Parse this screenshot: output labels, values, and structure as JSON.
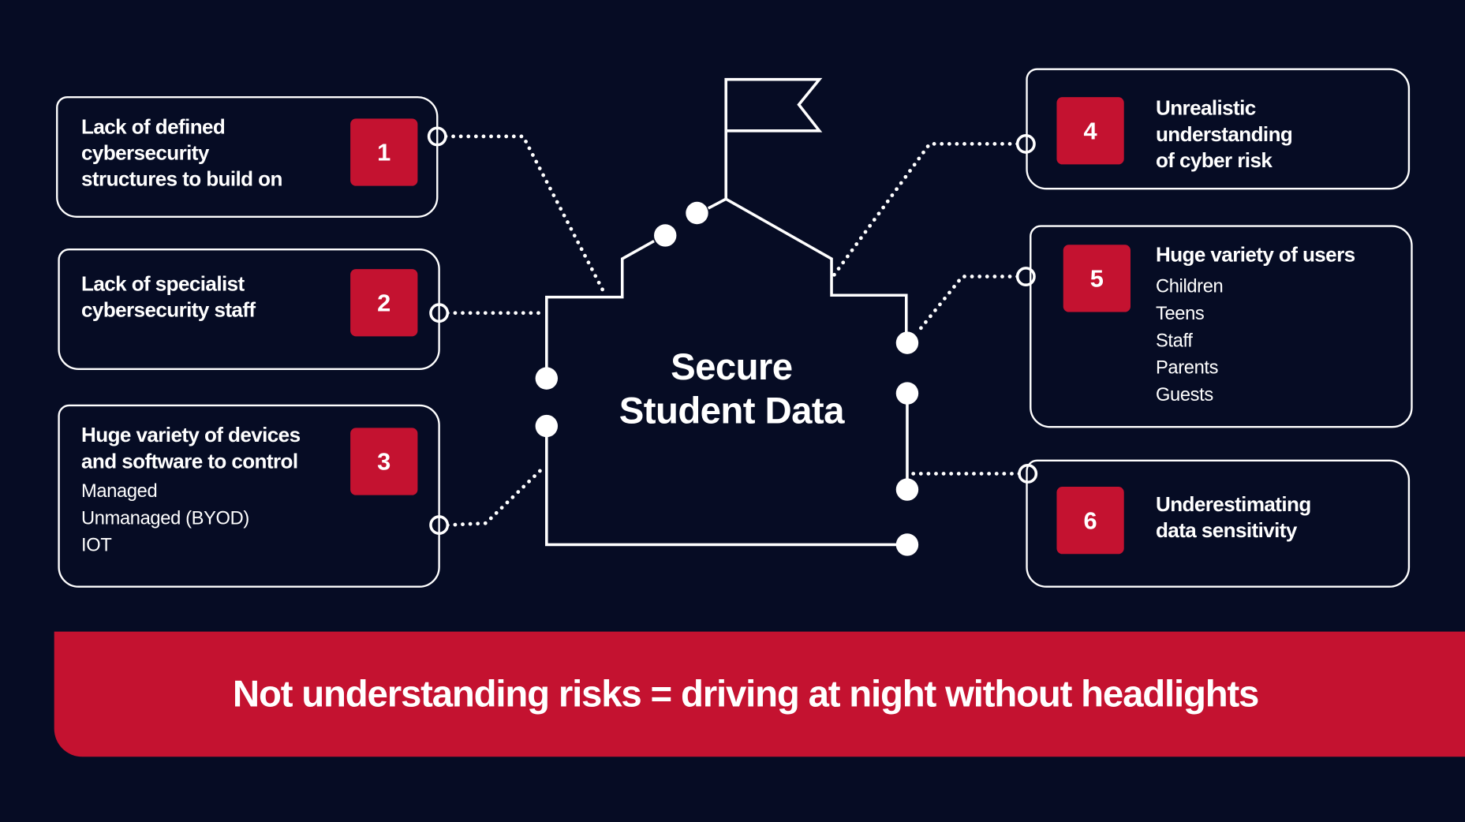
{
  "center": {
    "title_line1": "Secure",
    "title_line2": "Student Data"
  },
  "challenges": [
    {
      "number": "1",
      "title": [
        "Lack of defined",
        "cybersecurity",
        "structures to build on"
      ],
      "items": []
    },
    {
      "number": "2",
      "title": [
        "Lack of specialist",
        "cybersecurity staff"
      ],
      "items": []
    },
    {
      "number": "3",
      "title": [
        "Huge variety of devices",
        "and software to control"
      ],
      "items": [
        "Managed",
        "Unmanaged (BYOD)",
        "IOT"
      ]
    },
    {
      "number": "4",
      "title": [
        "Unrealistic",
        "understanding",
        "of cyber risk"
      ],
      "items": []
    },
    {
      "number": "5",
      "title": [
        "Huge variety of users"
      ],
      "items": [
        "Children",
        "Teens",
        "Staff",
        "Parents",
        "Guests"
      ]
    },
    {
      "number": "6",
      "title": [
        "Underestimating",
        "data sensitivity"
      ],
      "items": []
    }
  ],
  "banner": {
    "text": "Not understanding risks = driving at night without headlights"
  },
  "colors": {
    "background": "#060c24",
    "accent": "#c41230",
    "line": "#ffffff"
  }
}
